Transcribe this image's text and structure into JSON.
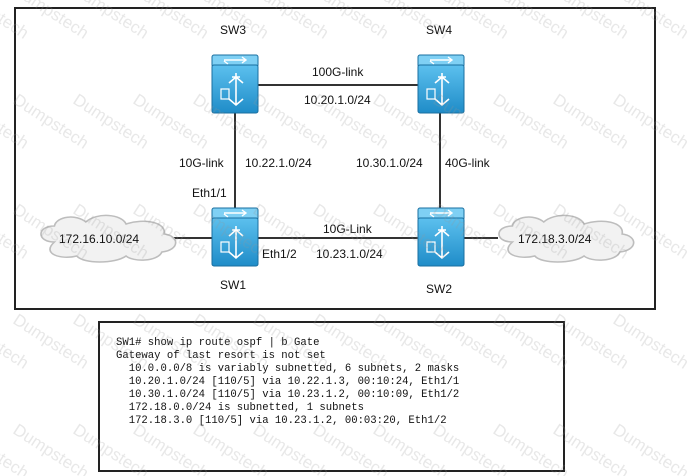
{
  "switches": [
    {
      "id": "sw3",
      "label": "SW3"
    },
    {
      "id": "sw4",
      "label": "SW4"
    },
    {
      "id": "sw1",
      "label": "SW1"
    },
    {
      "id": "sw2",
      "label": "SW2"
    }
  ],
  "links": {
    "sw3_sw4": {
      "name": "100G-link",
      "subnet": "10.20.1.0/24"
    },
    "sw3_sw1": {
      "name": "10G-link",
      "subnet": "10.22.1.0/24"
    },
    "sw4_sw2": {
      "name": "40G-link",
      "subnet": "10.30.1.0/24"
    },
    "sw1_sw2": {
      "name": "10G-Link",
      "subnet": "10.23.1.0/24"
    }
  },
  "interfaces": {
    "sw1_up": "Eth1/1",
    "sw1_right": "Eth1/2"
  },
  "clouds": {
    "left": "172.16.10.0/24",
    "right": "172.18.3.0/24"
  },
  "cli_output": [
    "SW1# show ip route ospf | b Gate",
    "Gateway of last resort is not set",
    "  10.0.0.0/8 is variably subnetted, 6 subnets, 2 masks",
    "  10.20.1.0/24 [110/5] via 10.22.1.3, 00:10:24, Eth1/1",
    "  10.30.1.0/24 [110/5] via 10.23.1.2, 00:10:09, Eth1/2",
    "  172.18.0.0/24 is subnetted, 1 subnets",
    "  172.18.3.0 [110/5] via 10.23.1.2, 00:03:20, Eth1/2"
  ],
  "watermark": "Dumpstech",
  "colors": {
    "switch_body": "#2a9fd8",
    "switch_top": "#5cc0ee",
    "link": "#333333",
    "cloud_fill": "#f2f2f2"
  }
}
